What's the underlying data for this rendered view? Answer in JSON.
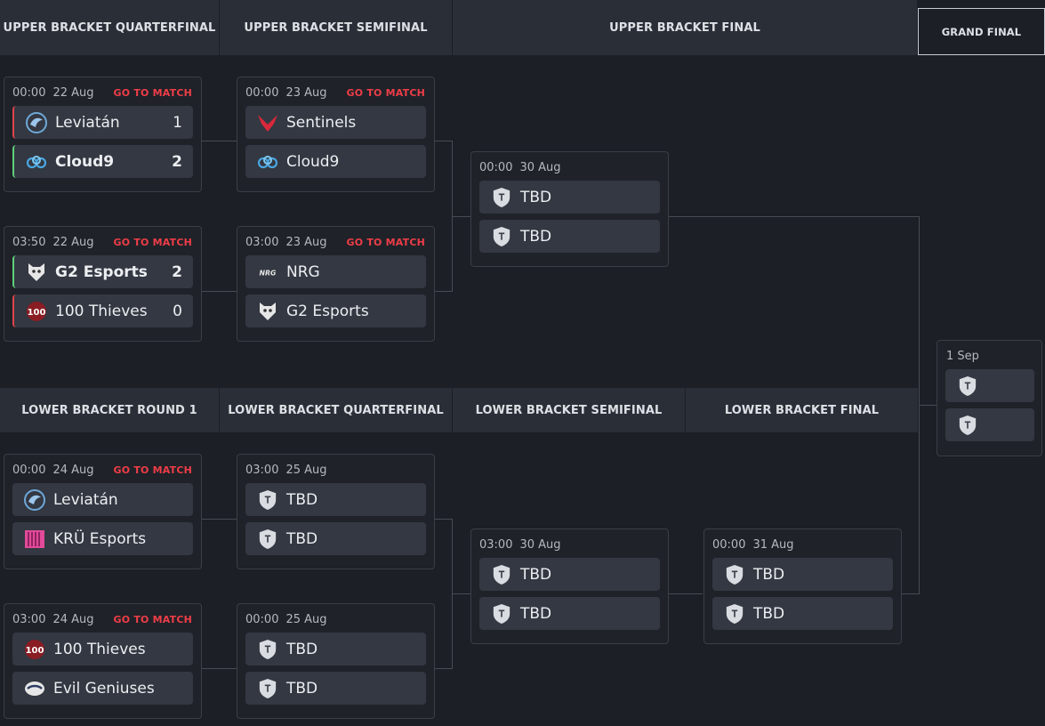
{
  "headers": {
    "ubqf": "UPPER BRACKET QUARTERFINAL",
    "ubsf": "UPPER BRACKET SEMIFINAL",
    "ubf": "UPPER BRACKET FINAL",
    "gf": "GRAND FINAL",
    "lbr1": "LOWER BRACKET ROUND 1",
    "lbqf": "LOWER BRACKET QUARTERFINAL",
    "lbsf": "LOWER BRACKET SEMIFINAL",
    "lbf": "LOWER BRACKET FINAL"
  },
  "go_label": "GO TO MATCH",
  "matches": {
    "ubqf1": {
      "time": "00:00",
      "date": "22 Aug",
      "team1": {
        "name": "Leviatán",
        "score": "1",
        "logo": "leviatan-icon"
      },
      "team2": {
        "name": "Cloud9",
        "score": "2",
        "logo": "cloud9-icon"
      }
    },
    "ubqf2": {
      "time": "03:50",
      "date": "22 Aug",
      "team1": {
        "name": "G2 Esports",
        "score": "2",
        "logo": "g2-icon"
      },
      "team2": {
        "name": "100 Thieves",
        "score": "0",
        "logo": "100t-icon"
      }
    },
    "ubsf1": {
      "time": "00:00",
      "date": "23 Aug",
      "team1": {
        "name": "Sentinels",
        "logo": "sentinels-icon"
      },
      "team2": {
        "name": "Cloud9",
        "logo": "cloud9-icon"
      }
    },
    "ubsf2": {
      "time": "03:00",
      "date": "23 Aug",
      "team1": {
        "name": "NRG",
        "logo": "nrg-icon"
      },
      "team2": {
        "name": "G2 Esports",
        "logo": "g2-icon"
      }
    },
    "ubf": {
      "time": "00:00",
      "date": "30 Aug",
      "team1": {
        "name": "TBD",
        "logo": "tbd-shield-icon"
      },
      "team2": {
        "name": "TBD",
        "logo": "tbd-shield-icon"
      }
    },
    "gf": {
      "date": "1 Sep"
    },
    "lbr1a": {
      "time": "00:00",
      "date": "24 Aug",
      "team1": {
        "name": "Leviatán",
        "logo": "leviatan-icon"
      },
      "team2": {
        "name": "KRÜ Esports",
        "logo": "kru-icon"
      }
    },
    "lbr1b": {
      "time": "03:00",
      "date": "24 Aug",
      "team1": {
        "name": "100 Thieves",
        "logo": "100t-icon"
      },
      "team2": {
        "name": "Evil Geniuses",
        "logo": "eg-icon"
      }
    },
    "lbqf1": {
      "time": "03:00",
      "date": "25 Aug",
      "team1": {
        "name": "TBD"
      },
      "team2": {
        "name": "TBD"
      }
    },
    "lbqf2": {
      "time": "00:00",
      "date": "25 Aug",
      "team1": {
        "name": "TBD"
      },
      "team2": {
        "name": "TBD"
      }
    },
    "lbsf": {
      "time": "03:00",
      "date": "30 Aug",
      "team1": {
        "name": "TBD"
      },
      "team2": {
        "name": "TBD"
      }
    },
    "lbf": {
      "time": "00:00",
      "date": "31 Aug",
      "team1": {
        "name": "TBD"
      },
      "team2": {
        "name": "TBD"
      }
    }
  },
  "colors": {
    "win": "#5fd07a",
    "loss": "#e0434e",
    "go_to_match": "#ee3d48"
  }
}
